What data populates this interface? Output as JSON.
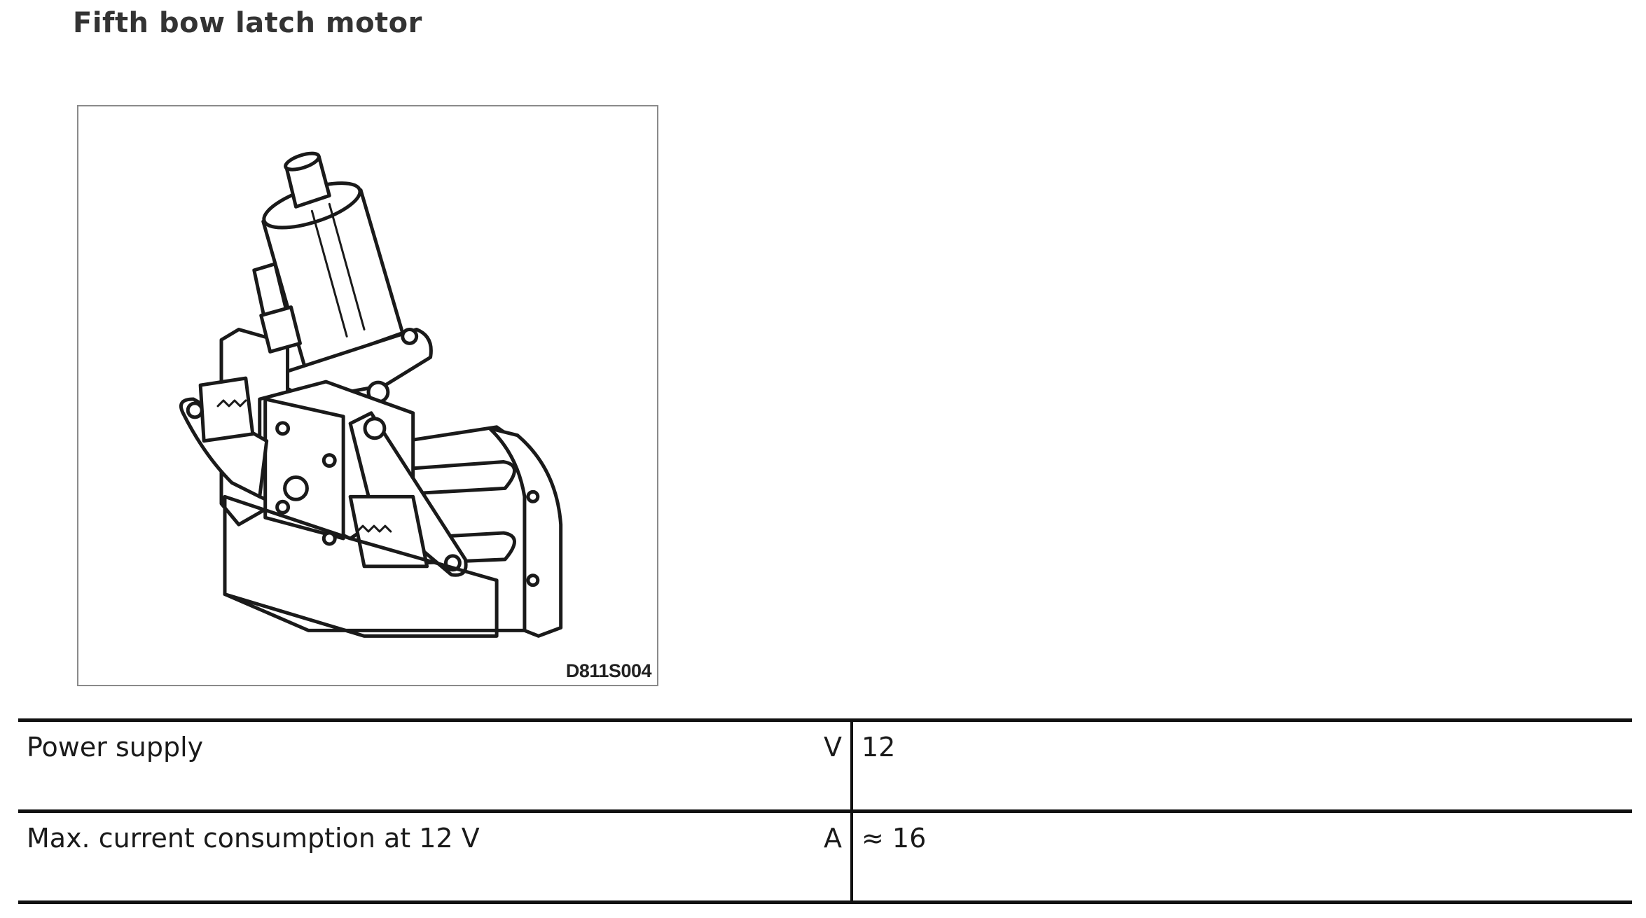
{
  "document": {
    "title": "Fifth bow latch motor",
    "figure": {
      "code": "D811S004",
      "depicts": "fifth-bow-latch-motor-line-drawing"
    },
    "specs": [
      {
        "label": "Power supply",
        "unit": "V",
        "value": "12"
      },
      {
        "label": "Max. current consumption at 12 V",
        "unit": "A",
        "value": "≈ 16"
      }
    ]
  }
}
